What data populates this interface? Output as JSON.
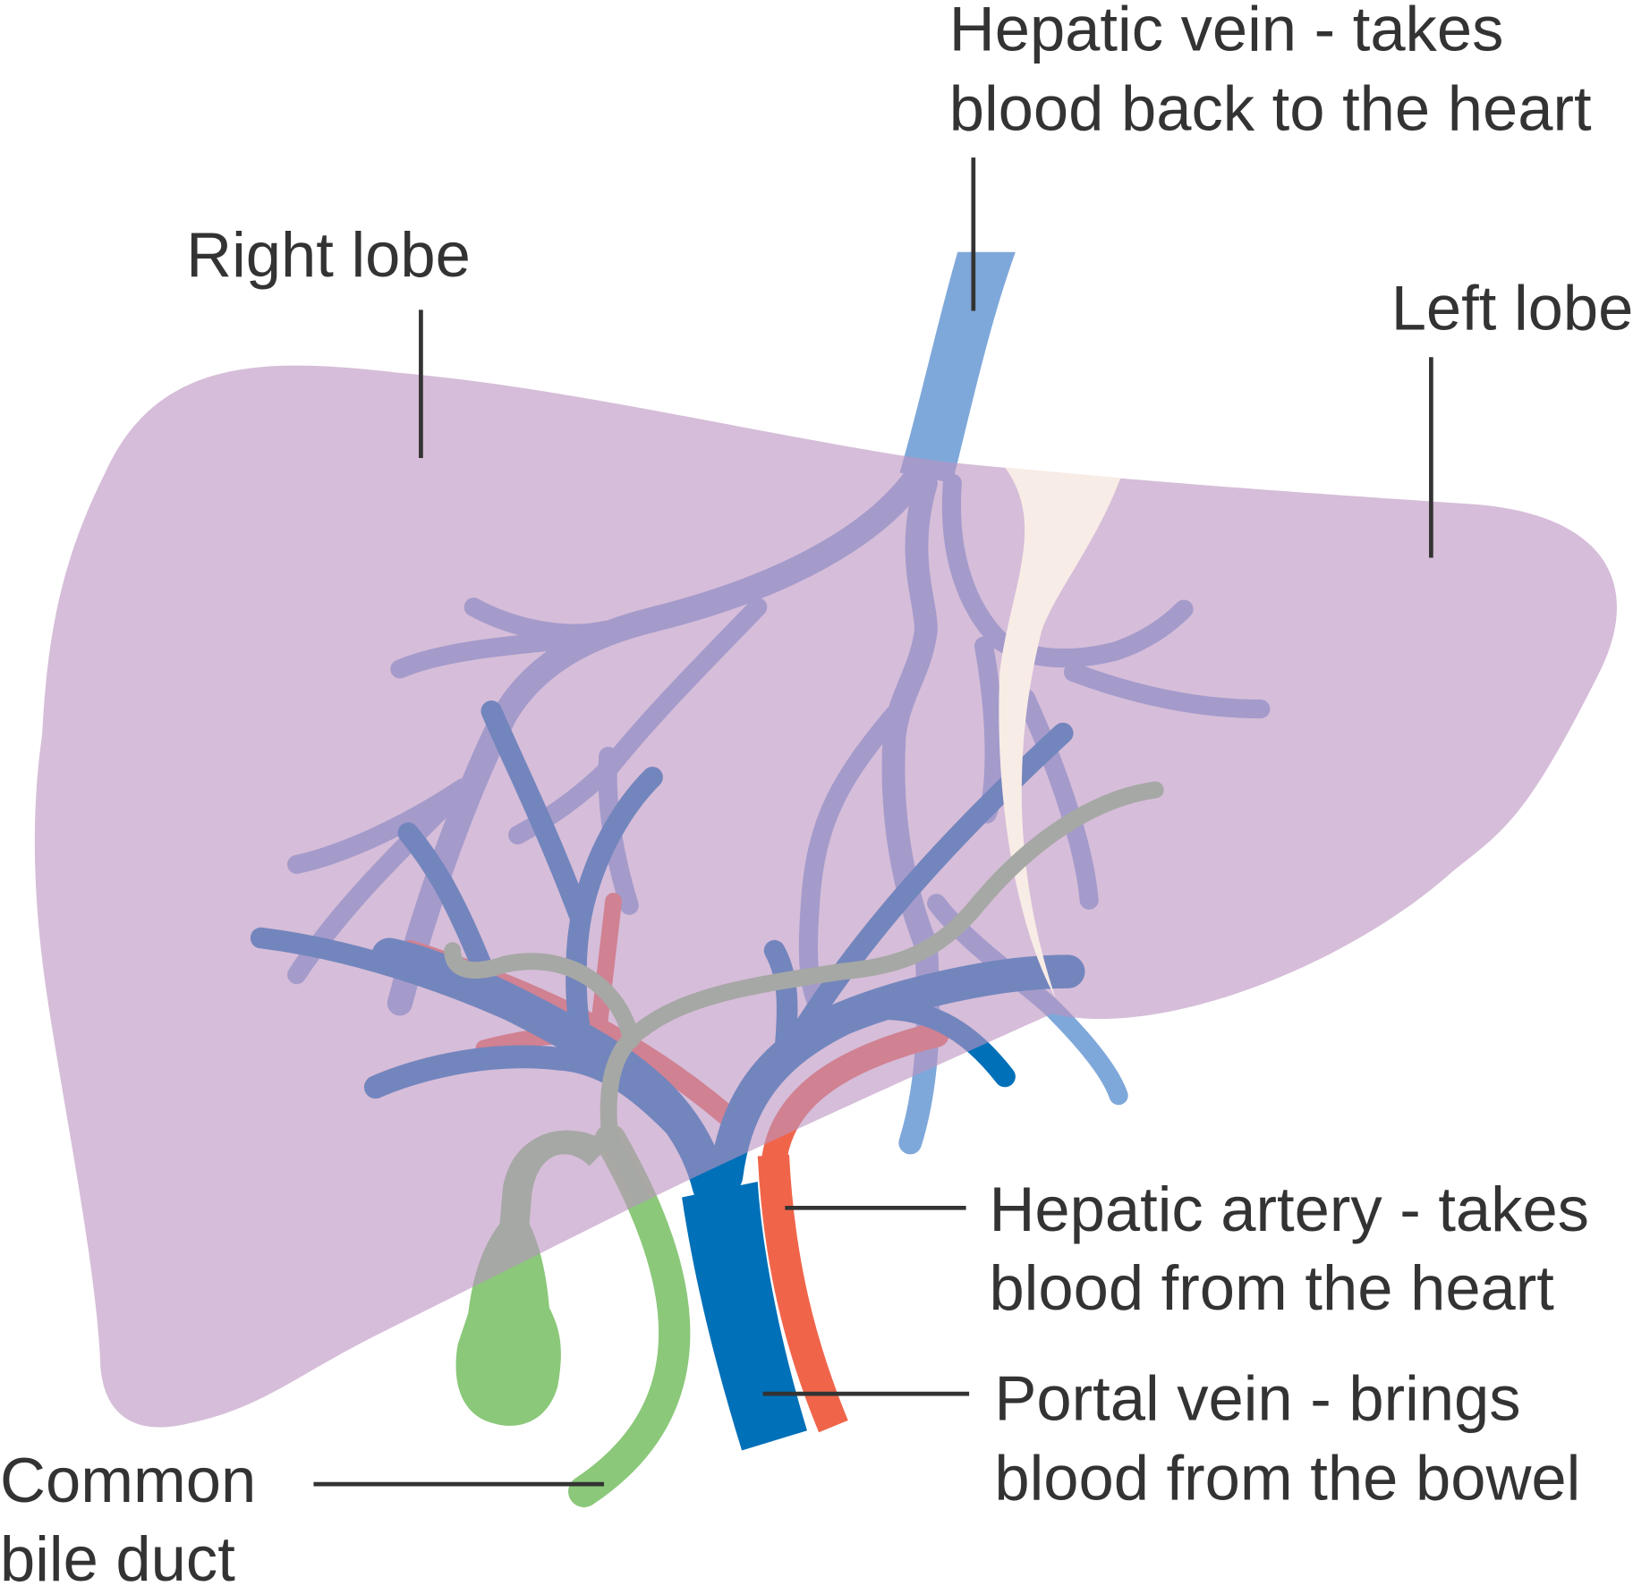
{
  "labels": {
    "hepatic_vein": [
      "Hepatic vein - takes",
      "blood back to the heart"
    ],
    "right_lobe": "Right lobe",
    "left_lobe": "Left lobe",
    "hepatic_artery": [
      "Hepatic artery - takes",
      "blood from the heart"
    ],
    "portal_vein": [
      "Portal vein - brings",
      "blood from the bowel"
    ],
    "common_bile_duct": [
      "Common",
      "bile duct"
    ]
  },
  "colors": {
    "liver": "#bc93c1",
    "hepatic_vein": "#7fa8da",
    "portal_vein": "#0070b8",
    "hepatic_artery": "#f0654a",
    "bile_duct": "#8bc87a",
    "bile_duct_inside": "#a6a8a5",
    "ligament": "#f8ece6",
    "text": "#333333"
  }
}
